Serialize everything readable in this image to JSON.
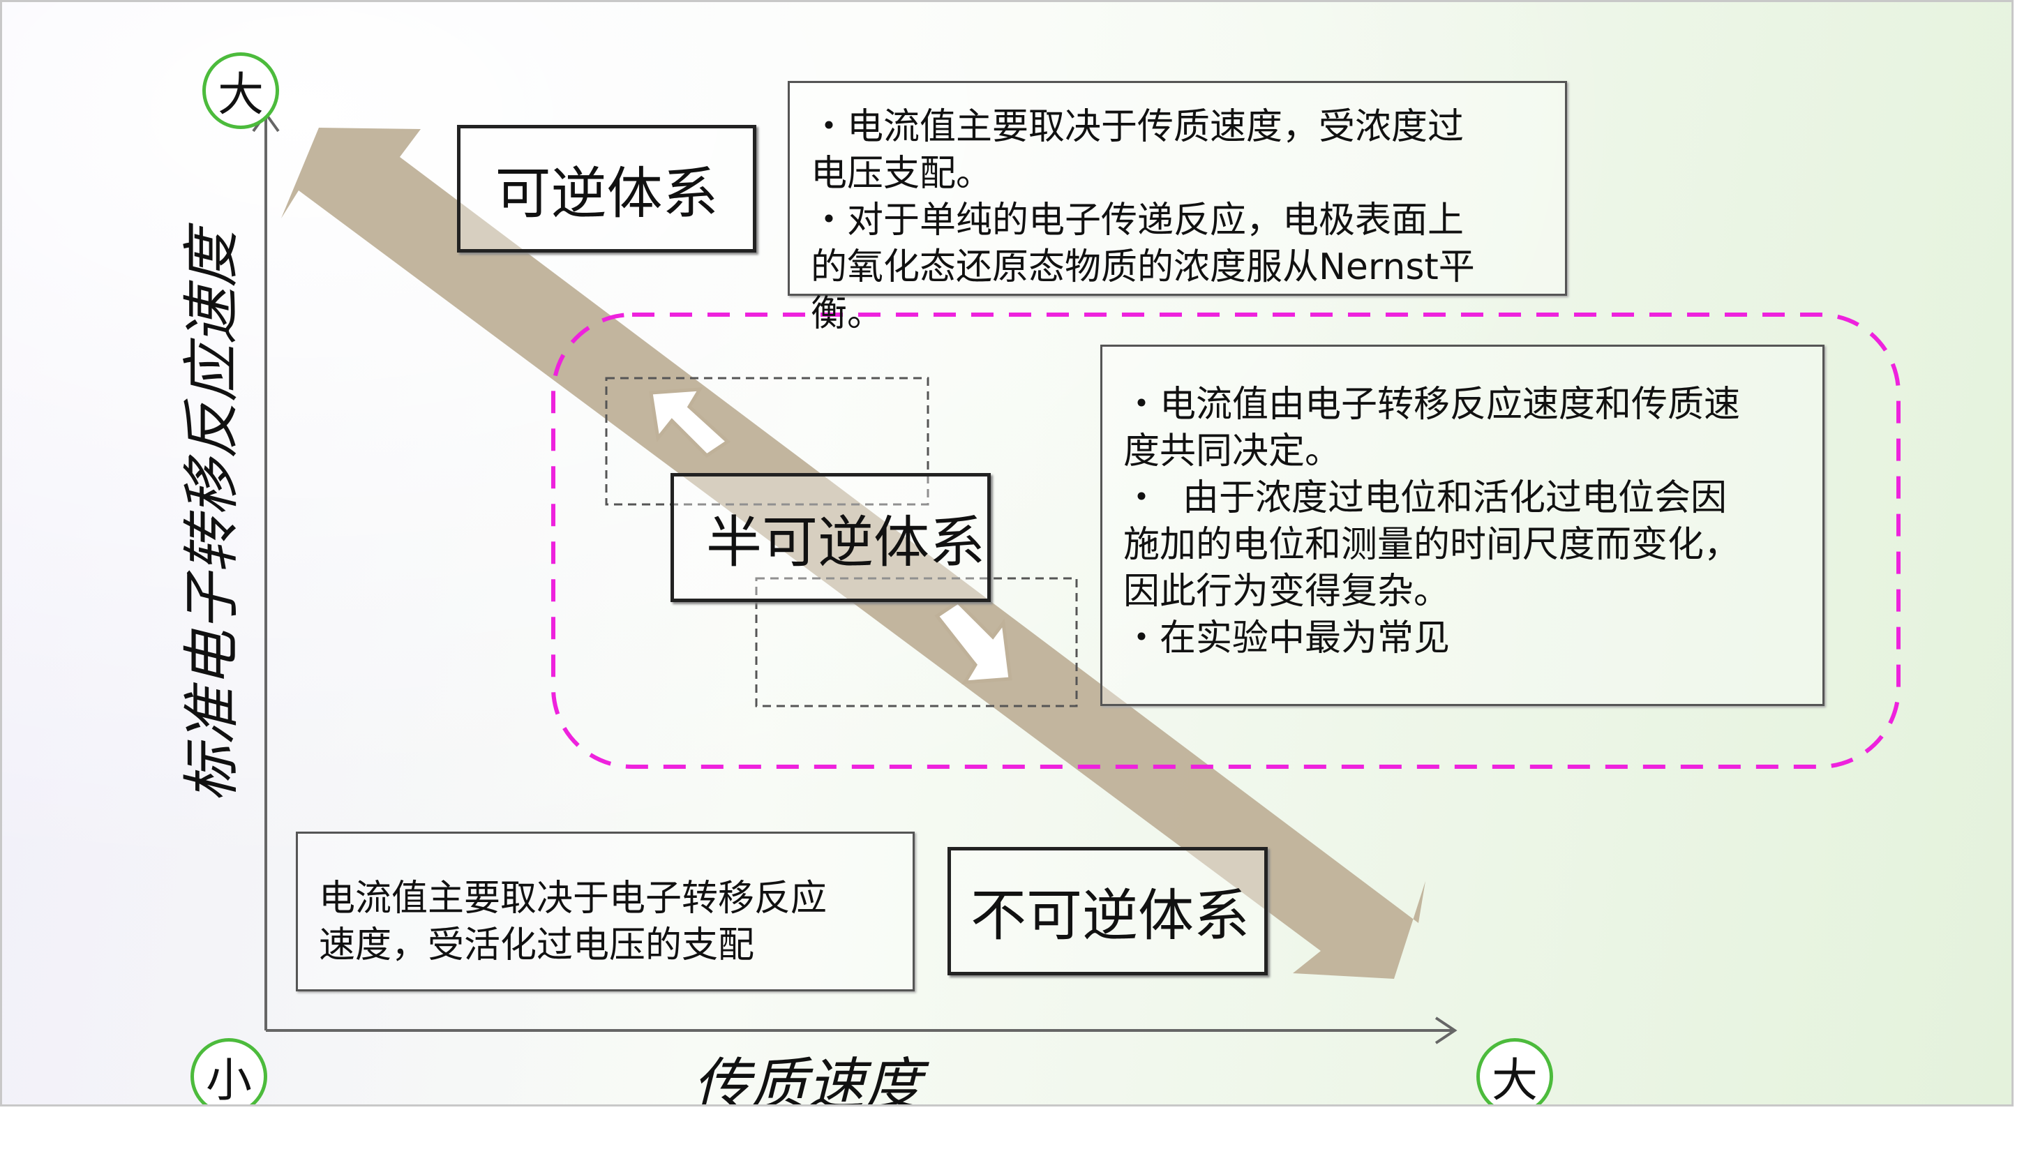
{
  "axes": {
    "y_label": "标准电子转移反应速度",
    "x_label": "传质速度",
    "y_max": "大",
    "origin": "小",
    "x_max": "大"
  },
  "regimes": {
    "reversible": "可逆体系",
    "quasi_reversible": "半可逆体系",
    "irreversible": "不可逆体系"
  },
  "notes": {
    "reversible": [
      "・电流值主要取决于传质速度，受浓度过",
      "电压支配。",
      "・对于单纯的电子传递反应，电极表面上",
      "的氧化态还原态物质的浓度服从Nernst平",
      "衡。"
    ],
    "quasi_reversible": [
      "・电流值由电子转移反应速度和传质速",
      "度共同决定。",
      "・  由于浓度过电位和活化过电位会因",
      "施加的电位和测量的时间尺度而变化，",
      "因此行为变得复杂。",
      "・在实验中最为常见"
    ],
    "irreversible": [
      "电流值主要取决于电子转移反应",
      "速度，受活化过电压的支配"
    ]
  },
  "colors": {
    "arrow": "#bfb199",
    "highlight": "#ee22dd",
    "circle": "#4cbb3c"
  }
}
